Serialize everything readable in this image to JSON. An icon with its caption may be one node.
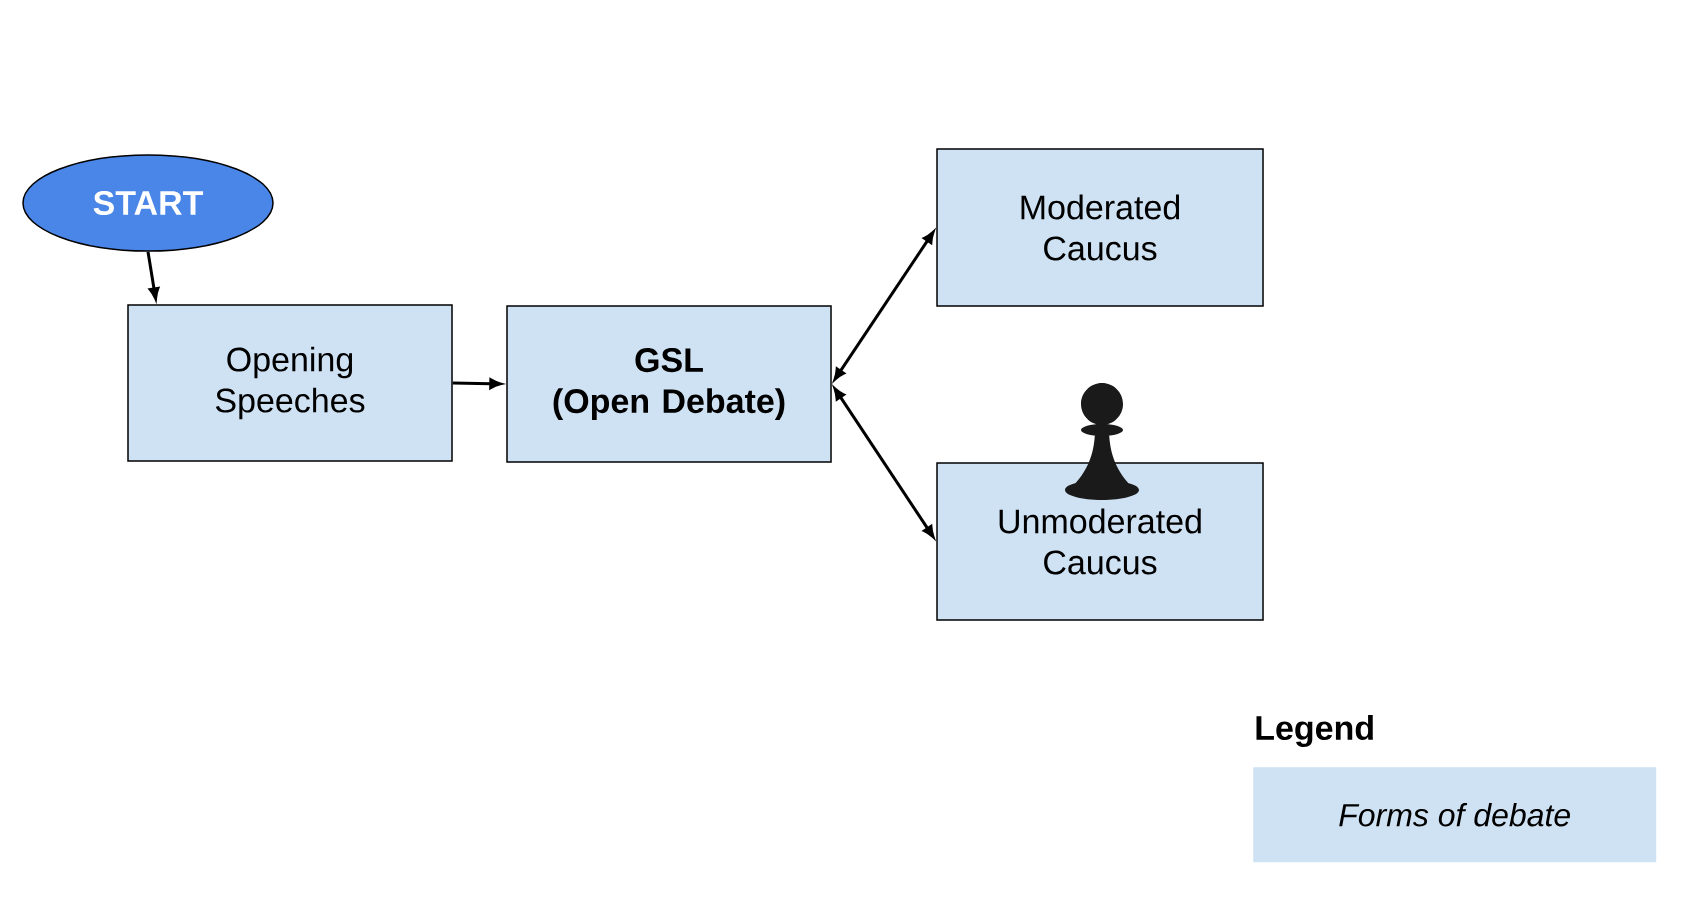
{
  "diagram": {
    "nodes": [
      {
        "text": [
          "START"
        ]
      },
      {
        "text": [
          "Opening Speeches"
        ]
      },
      {
        "text": [
          "GSL",
          "(Open Debate)"
        ]
      },
      {
        "text": [
          "Moderated Caucus"
        ]
      },
      {
        "text": [
          "Unmoderated Caucus"
        ]
      }
    ],
    "edges": [
      {
        "from": 0,
        "to": 1,
        "arrow": "to"
      },
      {
        "from": 1,
        "to": 2,
        "arrow": "to"
      },
      {
        "from": 2,
        "to": 3,
        "arrow": "both"
      },
      {
        "from": 2,
        "to": 4,
        "arrow": "both"
      }
    ],
    "labels": [
      "Legend"
    ],
    "legend": [
      {
        "text": "Forms of debate",
        "color": "#cfe2f3"
      }
    ]
  }
}
